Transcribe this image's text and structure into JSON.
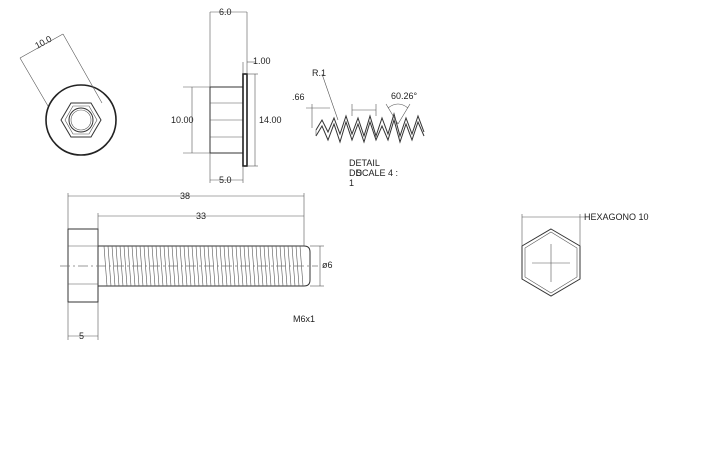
{
  "dimensions": {
    "head_width_top_view": "10.0",
    "flange_length": "6.0",
    "flange_thickness": "1.00",
    "head_height": "10.00",
    "flange_diameter": "14.00",
    "head_length": "5.0",
    "total_length": "38",
    "thread_length": "33",
    "shank_diameter": "ø6",
    "head_length_side": "5",
    "thread_radius": "R.1",
    "thread_depth": ".66",
    "thread_angle": "60.26°"
  },
  "detail": {
    "line1": "DETAIL",
    "line2": "SCALE 4 :",
    "line3": "1",
    "overlap_label": "DD"
  },
  "thread_spec": "M6x1",
  "hex_label": "HEXAGONO  10"
}
